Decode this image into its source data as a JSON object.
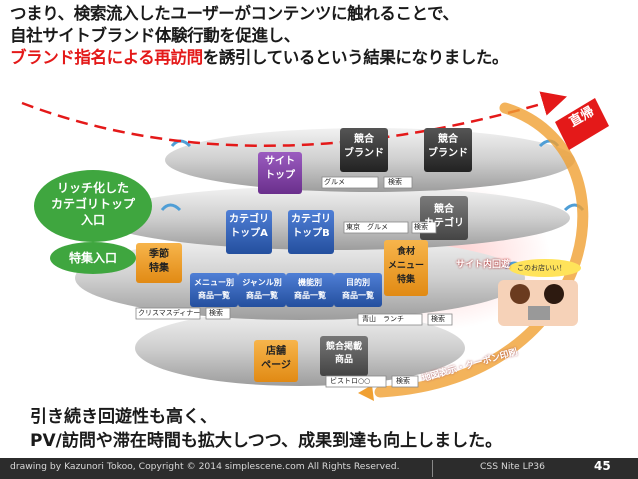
{
  "headline": {
    "line1": "つまり、検索流入したユーザーがコンテンツに触れることで、",
    "line2": "自社サイトブランド体験行動を促進し、",
    "line3_red": "ブランド指名による再訪問",
    "line3_rest": "を誘引しているという結果になりました。"
  },
  "diagram": {
    "top_tier": {
      "site_top": "サイト\nトップ",
      "competitor1": "競合\nブランド",
      "competitor2": "競合\nブランド",
      "search_term": "グルメ",
      "search_button": "検索"
    },
    "category_tier": {
      "cat_a": "カテゴリ\nトップA",
      "cat_b": "カテゴリ\nトップB",
      "competitor_cat": "競合\nカテゴリ",
      "search_term": "東京　グルメ",
      "search_button": "検索"
    },
    "list_tier": {
      "seasonal": "季節\n特集",
      "menu": "メニュー別\n商品一覧",
      "genre": "ジャンル別\n商品一覧",
      "function": "機能別\n商品一覧",
      "purpose": "目的別\n商品一覧",
      "food_feature": "食材\nメニュー\n特集",
      "search1_term": "クリスマスディナー",
      "search1_button": "検索",
      "search2_term": "青山　ランチ",
      "search2_button": "検索"
    },
    "store_tier": {
      "store_page": "店舗\nページ",
      "competitor_listing": "競合掲載\n商品",
      "search_term": "ビストロ○○",
      "search_button": "検索"
    },
    "callouts": {
      "rich_entry": "リッチ化した\nカテゴリトップ\n入口",
      "feature_entry": "特集入口"
    },
    "labels": {
      "direct_return": "直帰",
      "site_circulation": "サイト内回遊",
      "map_coupon": "地図表示・クーポン印刷",
      "speech": "このお店いい！"
    }
  },
  "conclusion": {
    "line1": "引き続き回遊性も高く、",
    "line2": "PV/訪問や滞在時間も拡大しつつ、成果到達も向上しました。"
  },
  "footer": {
    "credit": "drawing by Kazunori Tokoo, Copyright © 2014 simplescene.com All Rights Reserved.",
    "event": "CSS Nite LP36",
    "page": "45"
  },
  "colors": {
    "accent_red": "#e41919",
    "purple": "#7d3fa0",
    "blue": "#2a5bb8",
    "green": "#3fa63f",
    "orange": "#f0a032",
    "dark_box": "#3c3c3c"
  }
}
